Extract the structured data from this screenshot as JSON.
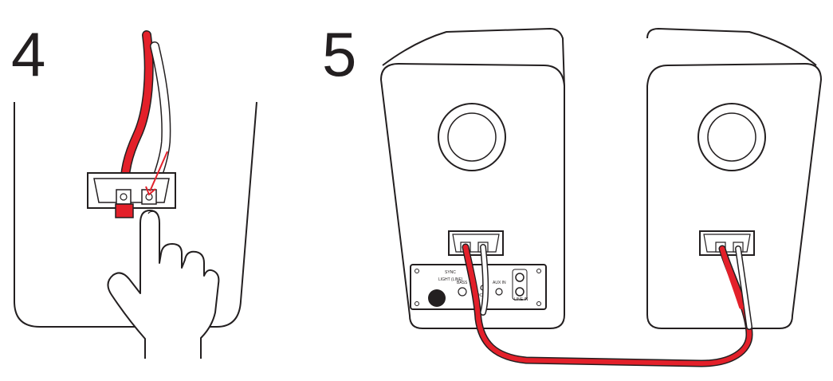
{
  "steps": [
    {
      "number": "4"
    },
    {
      "number": "5"
    }
  ],
  "panel": {
    "label_sync": "SYNC",
    "label_light": "LIGHT (LINE)",
    "label_bass": "BASS",
    "label_aux": "AUX IN",
    "label_line": "LINE IN",
    "label_dc": "DC"
  },
  "colors": {
    "wire_red": "#e3202a",
    "line": "#231f20",
    "background": "#ffffff"
  }
}
